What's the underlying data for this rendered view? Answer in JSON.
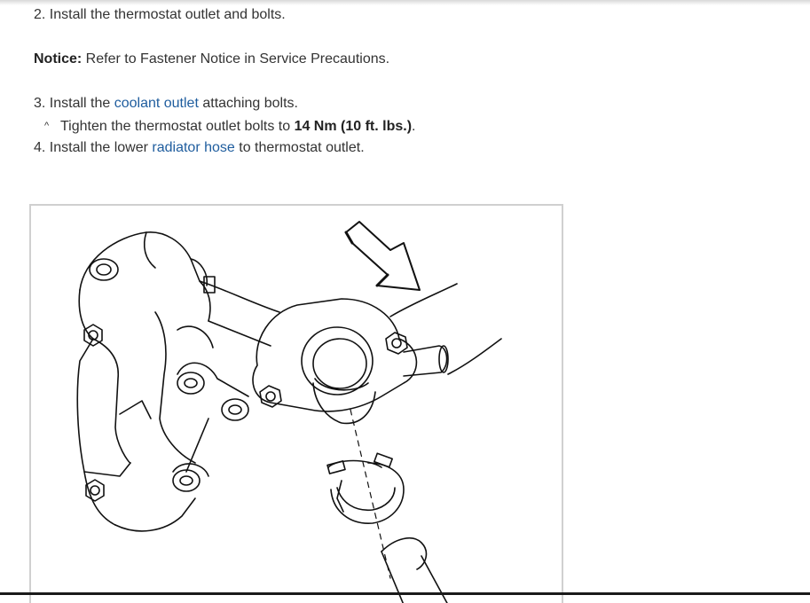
{
  "steps": {
    "step2": "2. Install the thermostat outlet and bolts.",
    "notice_label": "Notice:",
    "notice_text": " Refer to Fastener Notice in Service Precautions.",
    "step3_pre": "3. Install the ",
    "step3_link": "coolant outlet",
    "step3_post": " attaching bolts.",
    "substep_caret": "^",
    "substep_pre": "Tighten the thermostat outlet bolts to ",
    "substep_torque": "14 Nm (10 ft. lbs.)",
    "substep_post": ".",
    "step4_pre": "4. Install the lower ",
    "step4_link": "radiator hose",
    "step4_post": " to thermostat outlet."
  },
  "colors": {
    "link": "#1f5d9e",
    "text": "#333333"
  }
}
